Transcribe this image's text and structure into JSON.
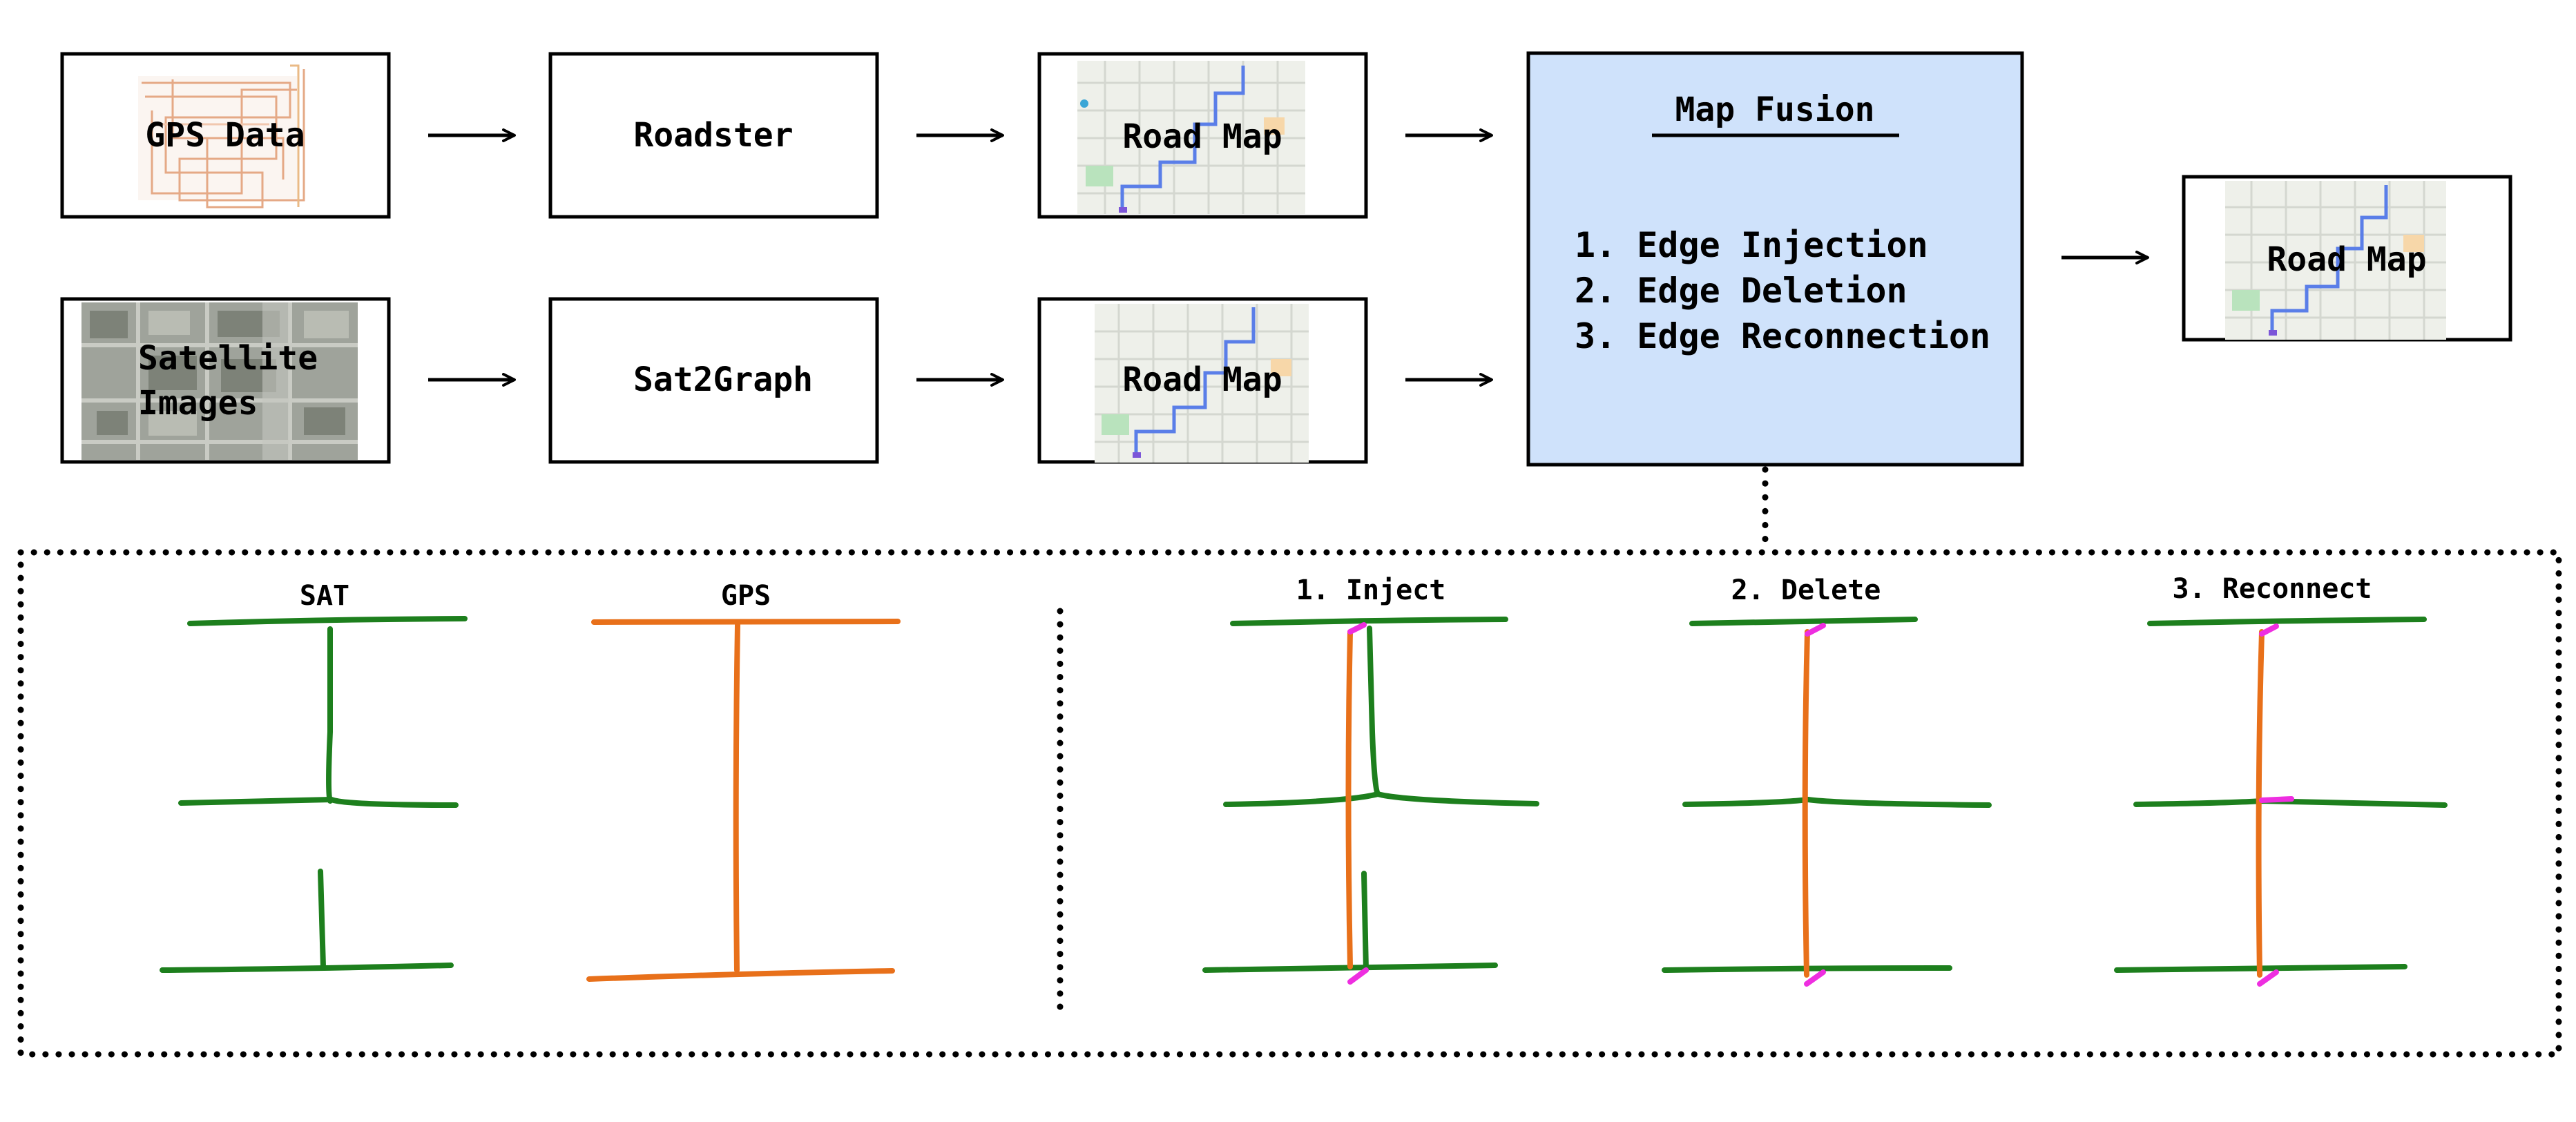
{
  "colors": {
    "stroke": "#000000",
    "fusion_fill": "#cfe2fb",
    "sat_road": "#1d7f1d",
    "gps_road": "#e8701a",
    "fix_edge": "#ee2ee0",
    "map_bg": "#eef0ea",
    "map_route": "#5a7ee8",
    "satellite_bg": "#9fa39b"
  },
  "pipeline": {
    "gps_data_label": "GPS Data",
    "satellite_label_line1": "Satellite",
    "satellite_label_line2": "Images",
    "roadster_label": "Roadster",
    "sat2graph_label": "Sat2Graph",
    "road_map_top_label": "Road Map",
    "road_map_bottom_label": "Road Map",
    "output_road_map_label": "Road Map"
  },
  "fusion": {
    "title": "Map Fusion",
    "steps": [
      "1. Edge Injection",
      "2. Edge Deletion",
      "3. Edge Reconnection"
    ]
  },
  "detail_panel": {
    "sat_label": "SAT",
    "gps_label": "GPS",
    "inject_label": "1. Inject",
    "delete_label": "2. Delete",
    "reconnect_label": "3. Reconnect"
  }
}
